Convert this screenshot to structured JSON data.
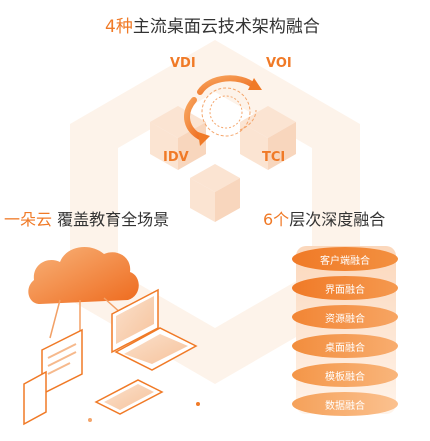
{
  "main_title": {
    "accent": "4种",
    "rest": "主流桌面云技术架构融合"
  },
  "architectures": [
    "VDI",
    "VOI",
    "IDV",
    "TCI"
  ],
  "left_section": {
    "accent": "一朵云",
    "rest": " 覆盖教育全场景"
  },
  "right_section": {
    "accent": "6个",
    "rest": "层次深度融合"
  },
  "layers": [
    "客户端融合",
    "界面融合",
    "资源融合",
    "桌面融合",
    "模板融合",
    "数据融合"
  ],
  "colors": {
    "accent": "#f07a27",
    "text": "#333333",
    "hex_bg": "#fdf1e7"
  }
}
